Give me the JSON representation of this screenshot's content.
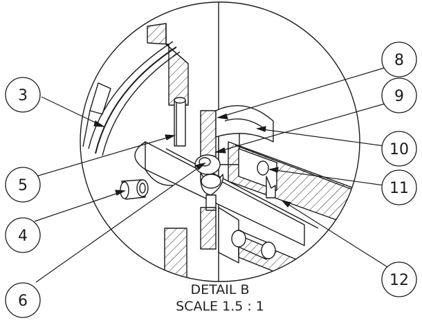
{
  "caption": {
    "line1": "DETAIL B",
    "line2": "SCALE 1.5 : 1"
  },
  "balloons": [
    {
      "id": "b3",
      "label": "3"
    },
    {
      "id": "b5",
      "label": "5"
    },
    {
      "id": "b4",
      "label": "4"
    },
    {
      "id": "b6",
      "label": "6"
    },
    {
      "id": "b8",
      "label": "8"
    },
    {
      "id": "b9",
      "label": "9"
    },
    {
      "id": "b10",
      "label": "10"
    },
    {
      "id": "b11",
      "label": "11"
    },
    {
      "id": "b12",
      "label": "12"
    }
  ],
  "colors": {
    "line": "#1a1a1a",
    "background": "#ffffff"
  }
}
